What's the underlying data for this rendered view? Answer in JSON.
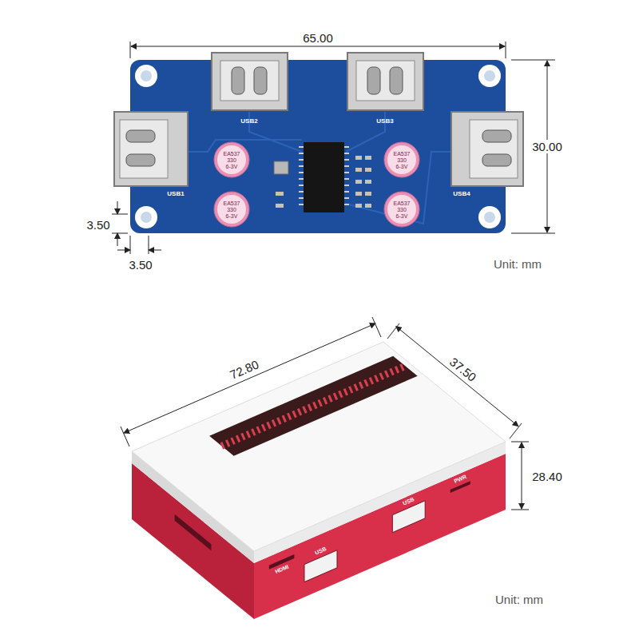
{
  "diagram": {
    "labels": [
      "65.00",
      "30.00",
      "3.50",
      "3.50",
      "Unit: mm",
      "USB2",
      "USB3",
      "USB1",
      "USB4",
      "EA537",
      "330",
      "6-3V",
      "EA537",
      "330",
      "6-3V",
      "EA537",
      "330",
      "6-3V",
      "EA537",
      "330",
      "6-3V",
      "72.80",
      "37.50",
      "28.40",
      "HDMI",
      "USB",
      "USB",
      "PWR",
      "Unit: mm"
    ]
  }
}
